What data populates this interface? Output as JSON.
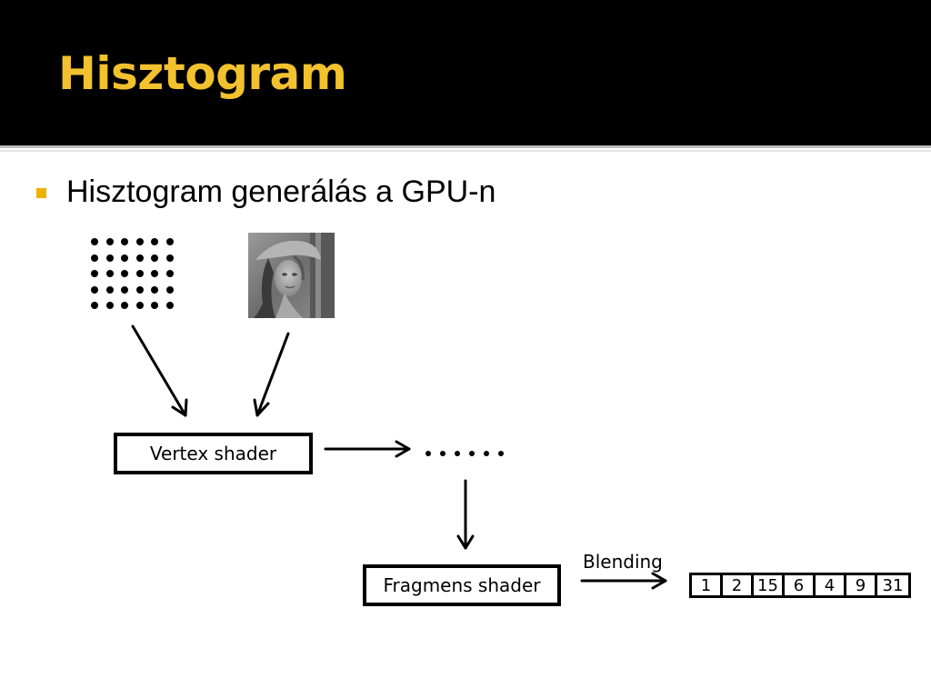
{
  "slide": {
    "title": "Hisztogram",
    "bullet": "Hisztogram generálás a GPU-n"
  },
  "diagram": {
    "vertex_shader_label": "Vertex shader",
    "fragment_shader_label": "Fragmens shader",
    "blending_label": "Blending",
    "histogram_bins": [
      "1",
      "2",
      "15",
      "6",
      "4",
      "9",
      "31"
    ]
  },
  "colors": {
    "title_text": "#f2c12e",
    "bullet_marker": "#eeb300",
    "title_bar": "#000000"
  }
}
